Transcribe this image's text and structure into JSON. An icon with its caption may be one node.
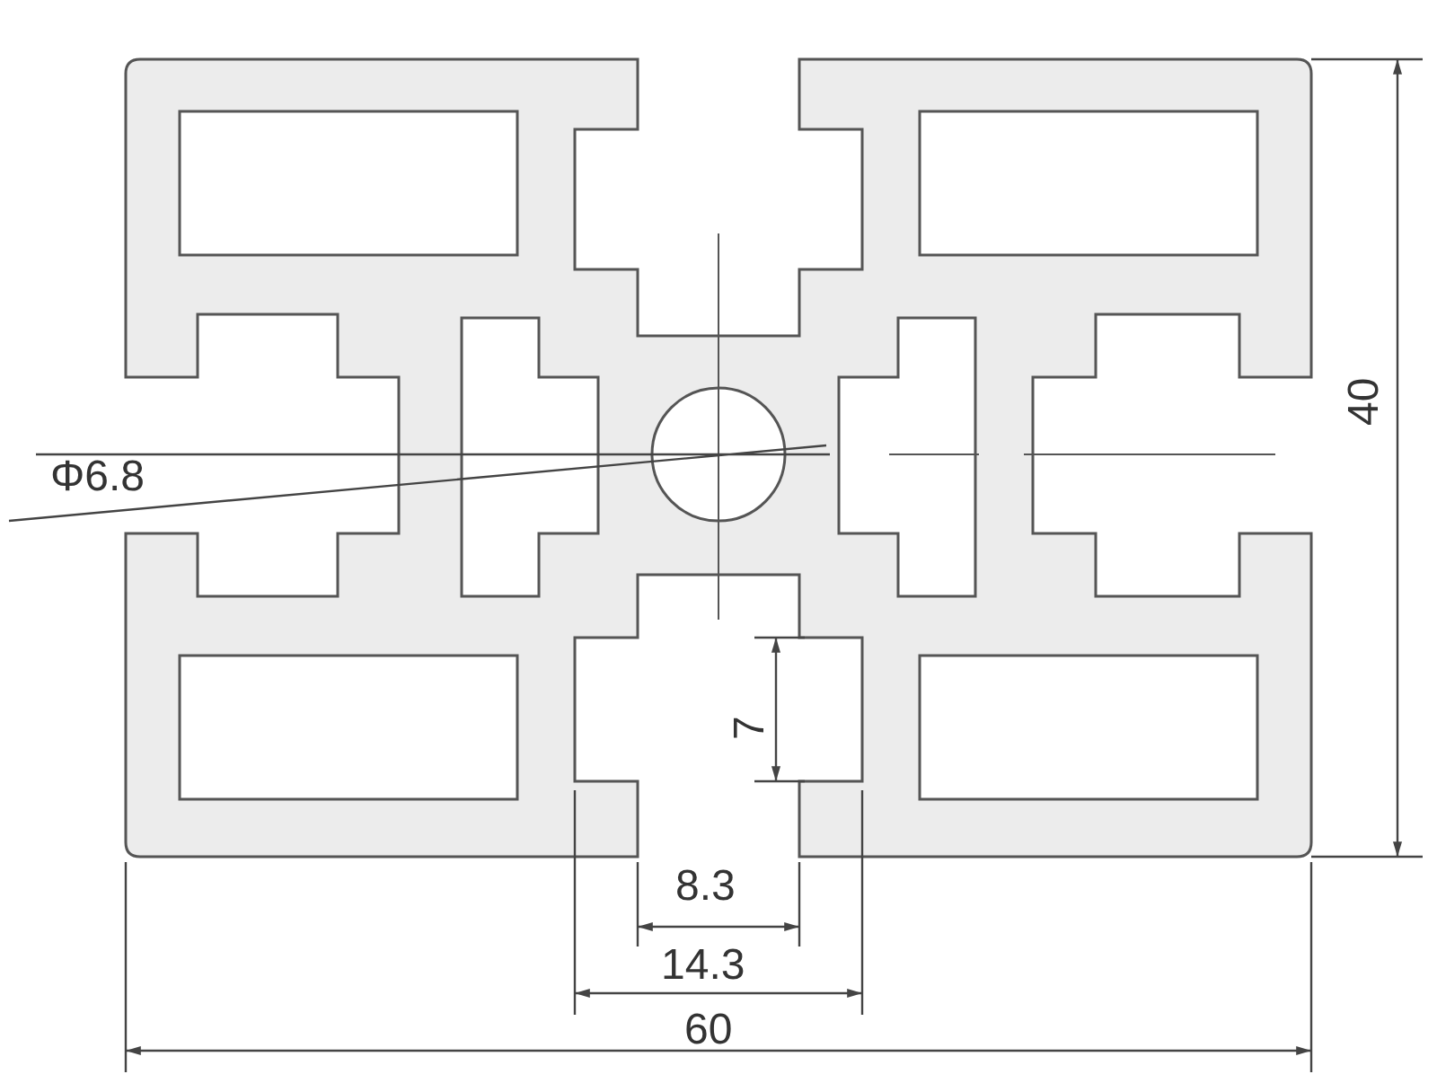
{
  "diagram": {
    "labels": [
      "Φ6.8",
      "40",
      "7",
      "8.3",
      "14.3",
      "60"
    ]
  }
}
